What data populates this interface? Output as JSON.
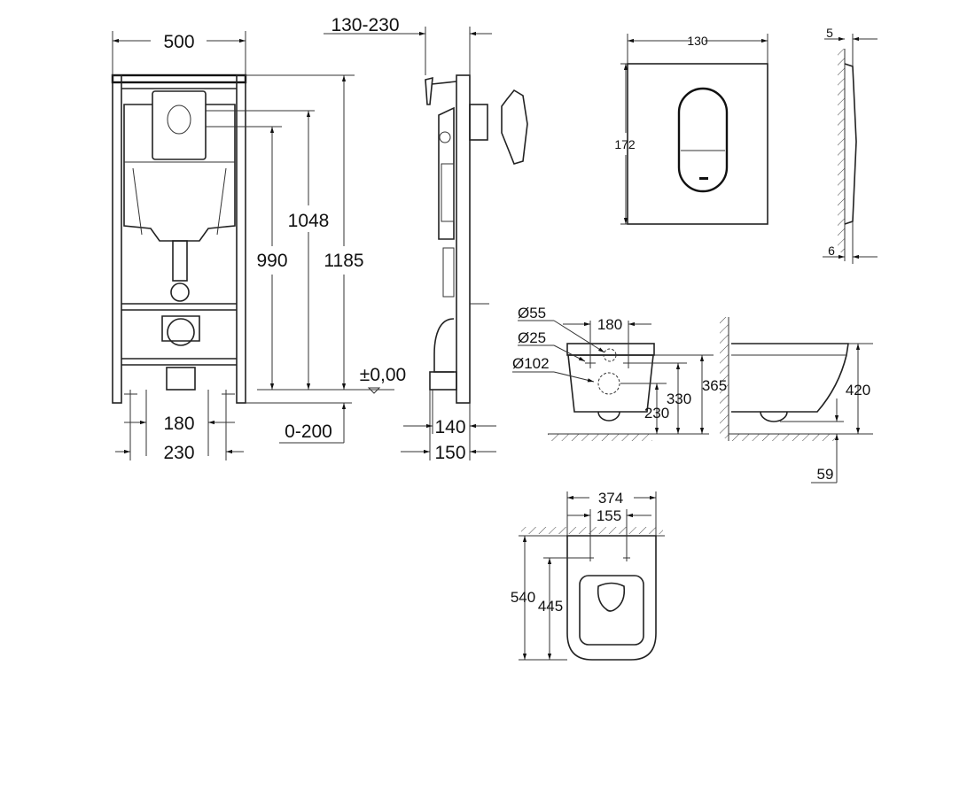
{
  "frame_front": {
    "width": "500",
    "height_total": "1185",
    "height_plate": "1048",
    "height_pipe": "990",
    "floor_level": "±0,00",
    "adjust_range": "0-200",
    "bolt_spacing": "180",
    "foot_spacing": "230"
  },
  "frame_side": {
    "depth_range": "130-230",
    "depth_140": "140",
    "depth_150": "150"
  },
  "flush_plate": {
    "width": "130",
    "height": "172",
    "thickness_top": "5",
    "thickness_bottom": "6"
  },
  "toilet_side": {
    "dia_55": "Ø55",
    "dia_25": "Ø25",
    "dia_102": "Ø102",
    "bolt_spacing": "180",
    "h365": "365",
    "h330": "330",
    "h230": "230",
    "h420": "420",
    "gap_59": "59"
  },
  "toilet_top": {
    "width": "374",
    "bolt_spacing": "155",
    "length": "540",
    "length_to_bolts": "445"
  }
}
